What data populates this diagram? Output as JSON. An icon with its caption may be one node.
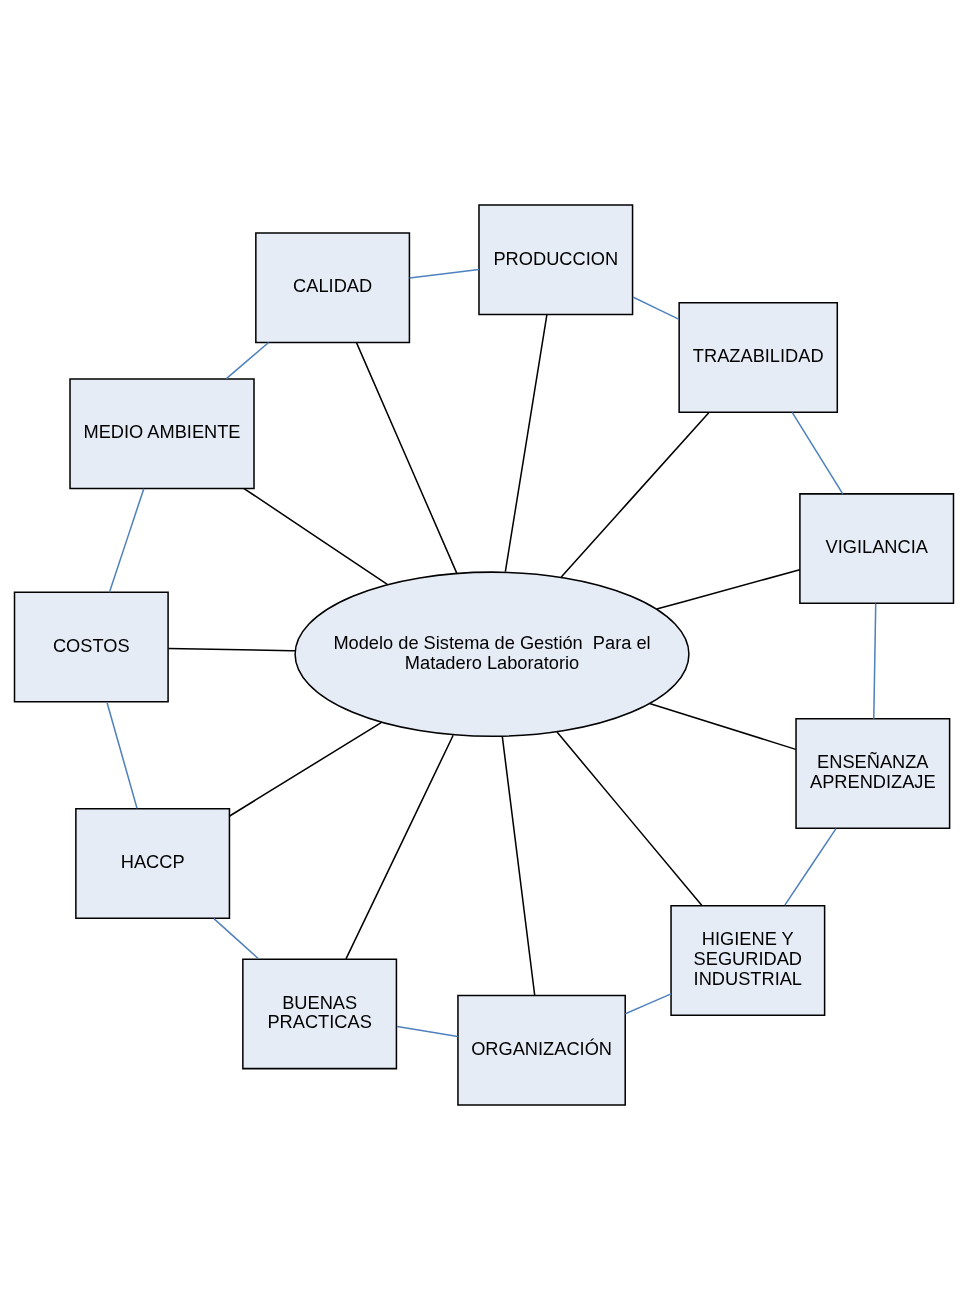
{
  "diagram": {
    "nodes": [
      {
        "text": [
          "PRODUCCION"
        ]
      },
      {
        "text": [
          "CALIDAD"
        ]
      },
      {
        "text": [
          "MEDIO AMBIENTE"
        ]
      },
      {
        "text": [
          "TRAZABILIDAD"
        ]
      },
      {
        "text": [
          "COSTOS"
        ]
      },
      {
        "text": [
          "VIGILANCIA"
        ]
      },
      {
        "text": [
          "Modelo de Sistema de Gestión  Para el Matadero Laboratorio"
        ]
      },
      {
        "text": [
          "ENSEÑANZA APRENDIZAJE"
        ]
      },
      {
        "text": [
          "HACCP"
        ]
      },
      {
        "text": [
          "HIGIENE Y SEGURIDAD INDUSTRIAL"
        ]
      },
      {
        "text": [
          "ORGANIZACIÓN"
        ]
      },
      {
        "text": [
          "BUENAS PRACTICAS"
        ]
      }
    ],
    "edges": [
      {
        "from": 0,
        "to": 1,
        "arrow": "none",
        "color": "#4f81bd"
      },
      {
        "from": 1,
        "to": 2,
        "arrow": "none",
        "color": "#4f81bd"
      },
      {
        "from": 0,
        "to": 3,
        "arrow": "none",
        "color": "#4f81bd"
      },
      {
        "from": 2,
        "to": 4,
        "arrow": "none",
        "color": "#4f81bd"
      },
      {
        "from": 3,
        "to": 5,
        "arrow": "none",
        "color": "#4f81bd"
      },
      {
        "from": 4,
        "to": 8,
        "arrow": "none",
        "color": "#4f81bd"
      },
      {
        "from": 5,
        "to": 7,
        "arrow": "none",
        "color": "#4f81bd"
      },
      {
        "from": 7,
        "to": 9,
        "arrow": "none",
        "color": "#4f81bd"
      },
      {
        "from": 8,
        "to": 11,
        "arrow": "none",
        "color": "#4f81bd"
      },
      {
        "from": 9,
        "to": 10,
        "arrow": "none",
        "color": "#4f81bd"
      },
      {
        "from": 10,
        "to": 11,
        "arrow": "none",
        "color": "#4f81bd"
      },
      {
        "from": 0,
        "to": 6,
        "arrow": "none",
        "color": "#000000"
      },
      {
        "from": 1,
        "to": 6,
        "arrow": "none",
        "color": "#000000"
      },
      {
        "from": 2,
        "to": 6,
        "arrow": "none",
        "color": "#000000"
      },
      {
        "from": 3,
        "to": 6,
        "arrow": "none",
        "color": "#000000"
      },
      {
        "from": 4,
        "to": 6,
        "arrow": "none",
        "color": "#000000"
      },
      {
        "from": 5,
        "to": 6,
        "arrow": "none",
        "color": "#000000"
      },
      {
        "from": 7,
        "to": 6,
        "arrow": "none",
        "color": "#000000"
      },
      {
        "from": 9,
        "to": 6,
        "arrow": "none",
        "color": "#000000"
      },
      {
        "from": 10,
        "to": 6,
        "arrow": "none",
        "color": "#000000"
      },
      {
        "from": 11,
        "to": 6,
        "arrow": "none",
        "color": "#000000"
      },
      {
        "from": 8,
        "to": 6,
        "arrow": "none",
        "color": "#000000"
      }
    ]
  }
}
